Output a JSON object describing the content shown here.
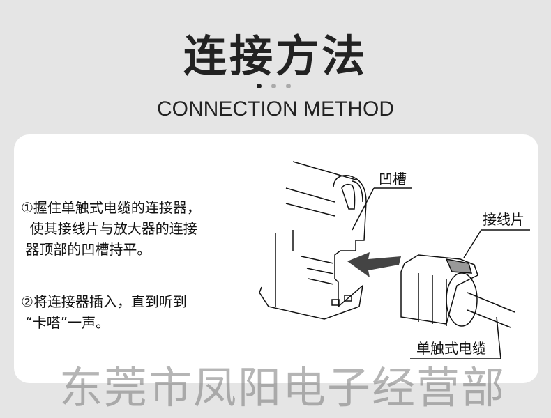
{
  "header": {
    "title": "连接方法",
    "subtitle": "CONNECTION METHOD"
  },
  "steps": [
    "①握住单触式电缆的连接器，\n  使其接线片与放大器的连接\n 器顶部的凹槽持平。",
    "②将连接器插入，直到听到\n “卡嗒”一声。"
  ],
  "labels": {
    "groove": "凹槽",
    "tab": "接线片",
    "cable": "单触式电缆"
  },
  "watermark": "东莞市凤阳电子经营部"
}
